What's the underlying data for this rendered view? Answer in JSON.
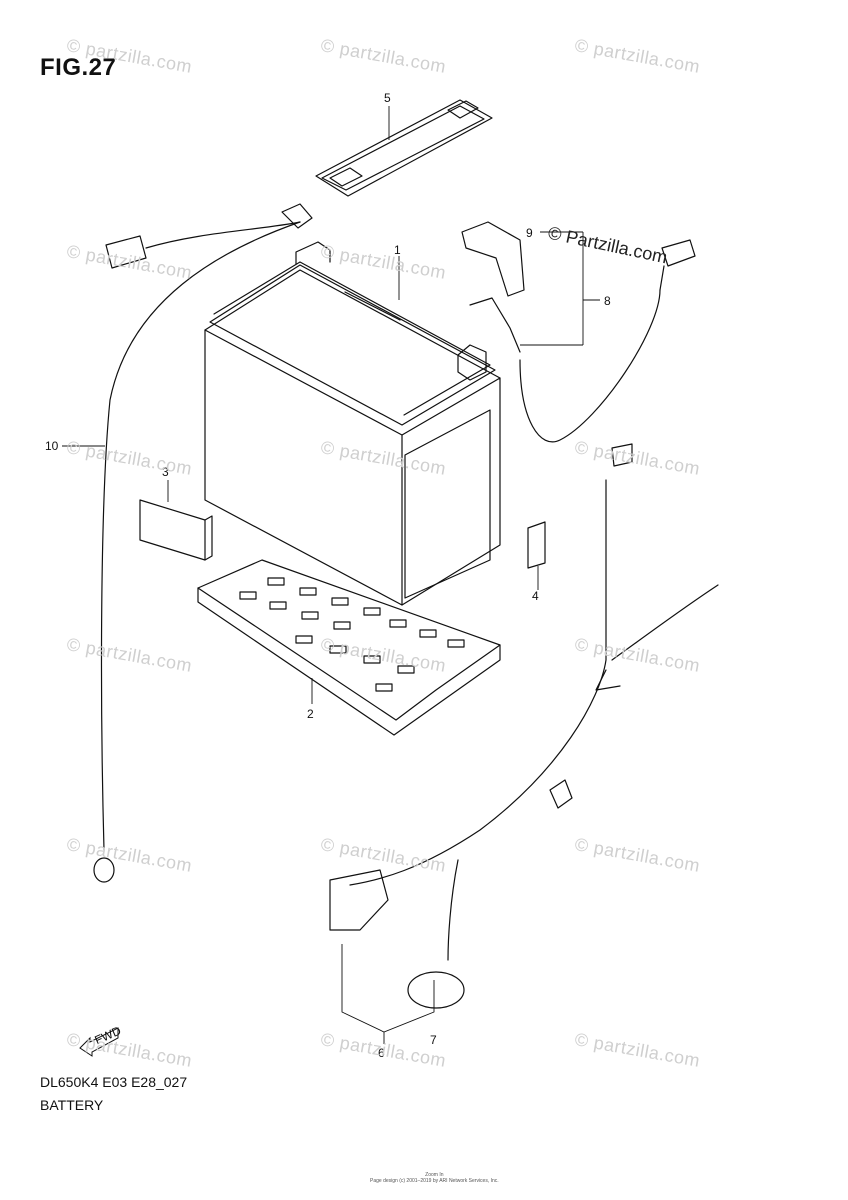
{
  "figure": {
    "title": "FIG.27",
    "code": "DL650K4 E03 E28_027",
    "caption": "BATTERY"
  },
  "watermark": {
    "text": "© partzilla.com",
    "brand": "© Partzilla.com"
  },
  "callouts": [
    "1",
    "2",
    "3",
    "4",
    "5",
    "6",
    "7",
    "8",
    "9",
    "10"
  ],
  "fwd_label": "FWD",
  "footer": {
    "line1": "Zoom In",
    "line2": "Page design (c) 2001–2019 by ARI Network Services, Inc."
  }
}
